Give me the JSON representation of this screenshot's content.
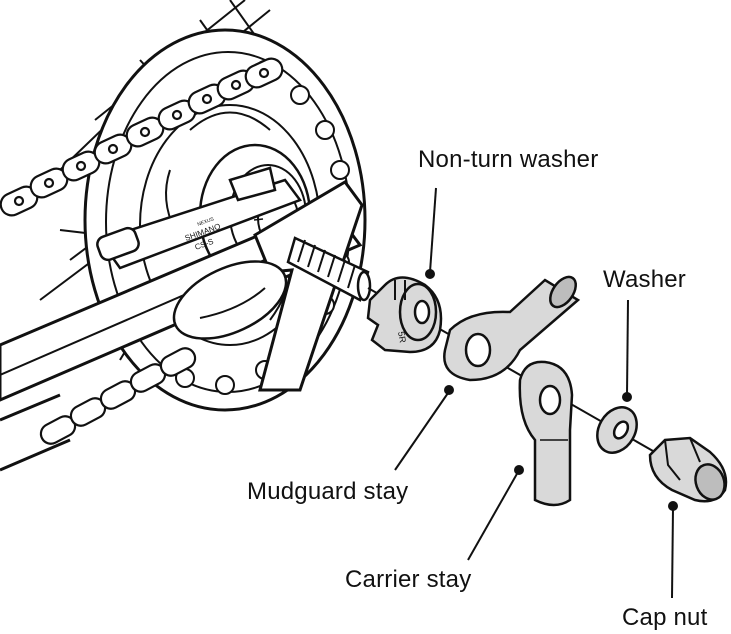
{
  "labels": {
    "non_turn_washer": "Non-turn washer",
    "washer": "Washer",
    "mudguard_stay": "Mudguard stay",
    "carrier_stay": "Carrier stay",
    "cap_nut": "Cap nut"
  },
  "hub_markings": {
    "brand": "SHIMANO",
    "code": "CS-S",
    "small": "NEXUS",
    "washer_mark": "5R"
  },
  "colors": {
    "line": "#111111",
    "part_fill": "#d9d9d9",
    "part_shade": "#bdbdbd",
    "background": "#ffffff"
  }
}
